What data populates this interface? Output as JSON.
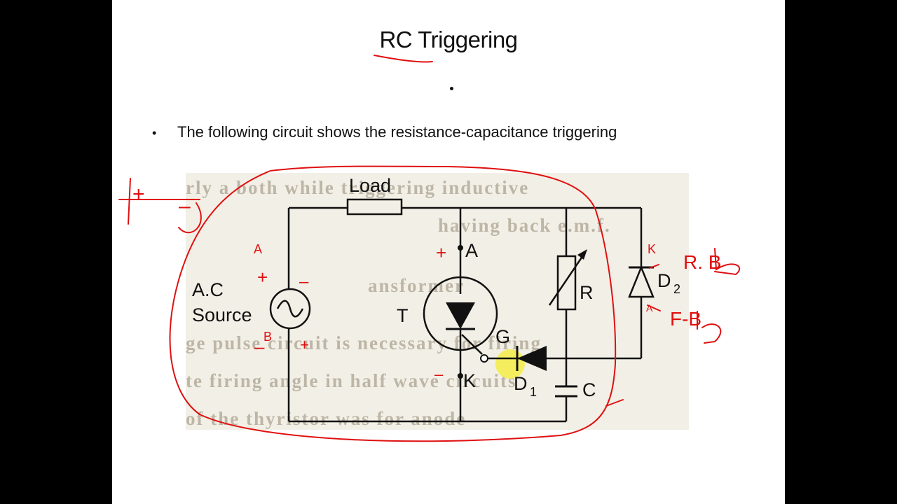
{
  "slide": {
    "title": "RC Triggering",
    "bullet": "The following circuit shows the resistance-capacitance  triggering"
  },
  "circuit": {
    "labels": {
      "load": "Load",
      "source_line1": "A.C",
      "source_line2": "Source",
      "thyristor": "T",
      "anode": "A",
      "cathode": "K",
      "gate": "G",
      "resistor": "R",
      "capacitor": "C",
      "diode1": "D",
      "diode1_sub": "1",
      "diode2": "D",
      "diode2_sub": "2"
    }
  },
  "annotations": {
    "notes": {
      "plus": "+",
      "minus": "–",
      "a": "A",
      "b": "B",
      "k": "K",
      "anode_mark": "A",
      "rb": "R. B",
      "fb": "F-B"
    },
    "colors": {
      "pen": "#e01010",
      "highlight": "#f4ee3c"
    }
  }
}
